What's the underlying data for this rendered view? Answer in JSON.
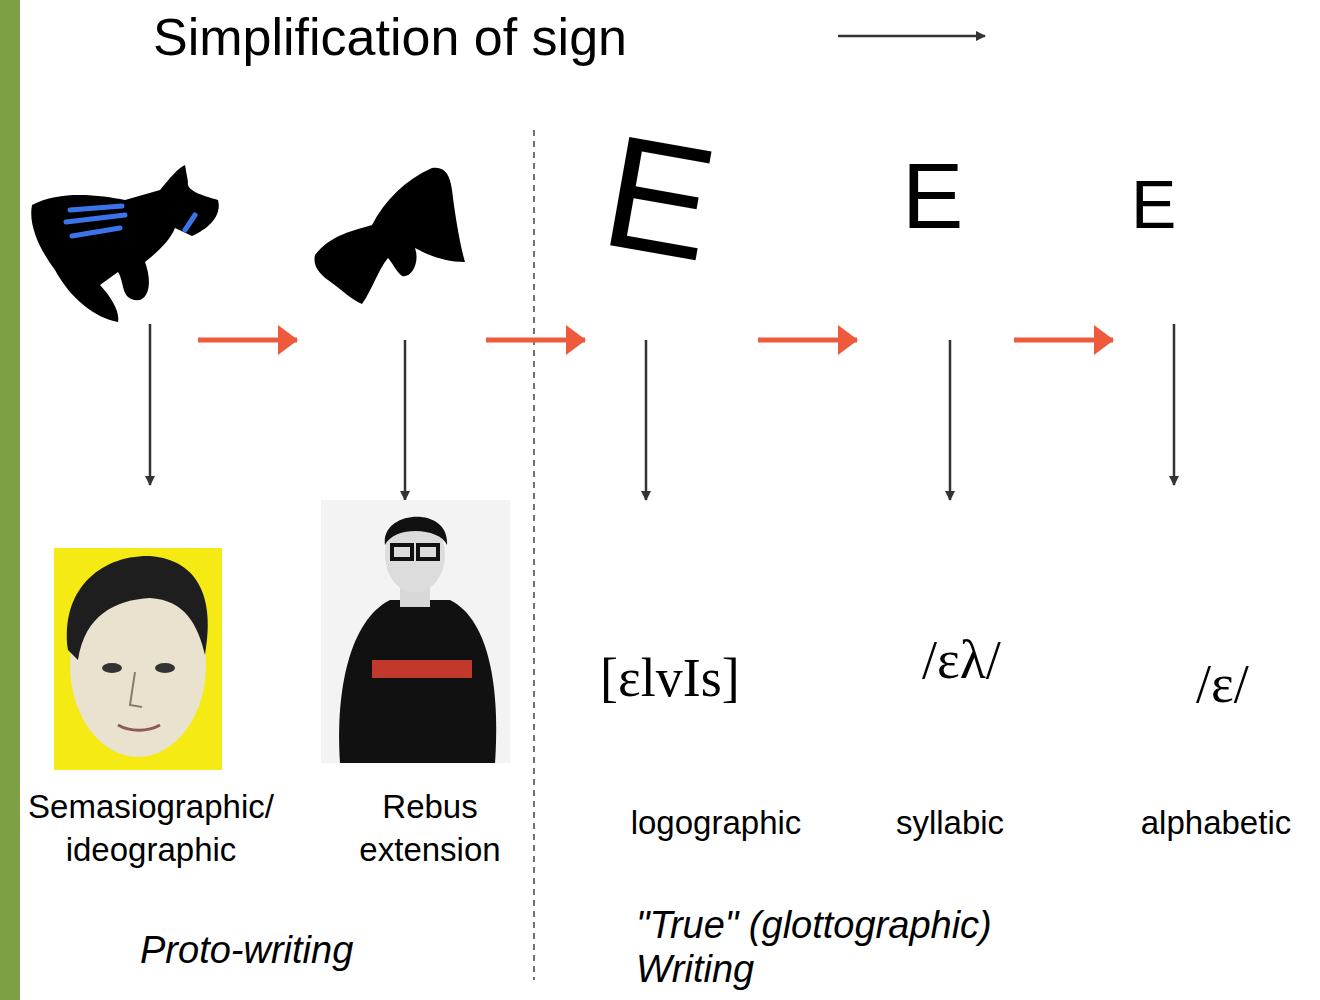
{
  "diagram": {
    "title": "Simplification of sign",
    "labels": [
      "E",
      "E",
      "E",
      "[ɛlvIs]",
      "/ɛλ/",
      "/ɛ/",
      "Semasiographic/ ideographic",
      "Rebus extension",
      "logographic",
      "syllabic",
      "alphabetic",
      "Proto-writing",
      "\"True\" (glottographic) Writing"
    ]
  }
}
